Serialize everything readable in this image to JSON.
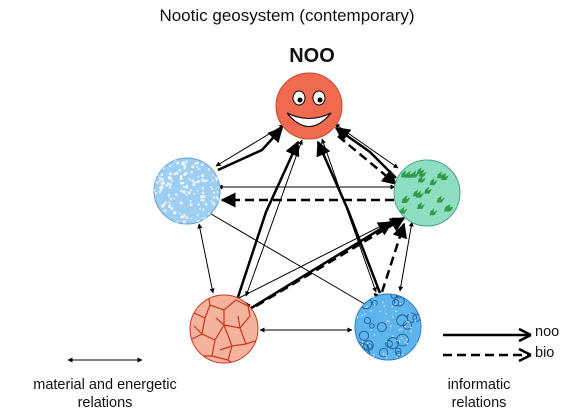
{
  "title": "Nootic geosystem (contemporary)",
  "top_label": "NOO",
  "legend": {
    "material": {
      "line1": "material and energetic",
      "line2": "relations"
    },
    "informatic": {
      "line1": "informatic",
      "line2": "relations"
    },
    "noo_key": "noo",
    "bio_key": "bio"
  },
  "colors": {
    "noo": "#f06a4f",
    "hydro": "#9ecff2",
    "bio": "#8edfc1",
    "bio_leaf": "#2f9a48",
    "litho": "#f5b29d",
    "litho_crack": "#c8371f",
    "aqua": "#5eb4ec",
    "line": "#000000"
  },
  "nodes": [
    {
      "id": "noo",
      "icon": "face-icon"
    },
    {
      "id": "hydro",
      "icon": "speckle-icon"
    },
    {
      "id": "bio",
      "icon": "leaf-icon"
    },
    {
      "id": "litho",
      "icon": "crack-icon"
    },
    {
      "id": "aqua",
      "icon": "bubble-icon"
    }
  ]
}
